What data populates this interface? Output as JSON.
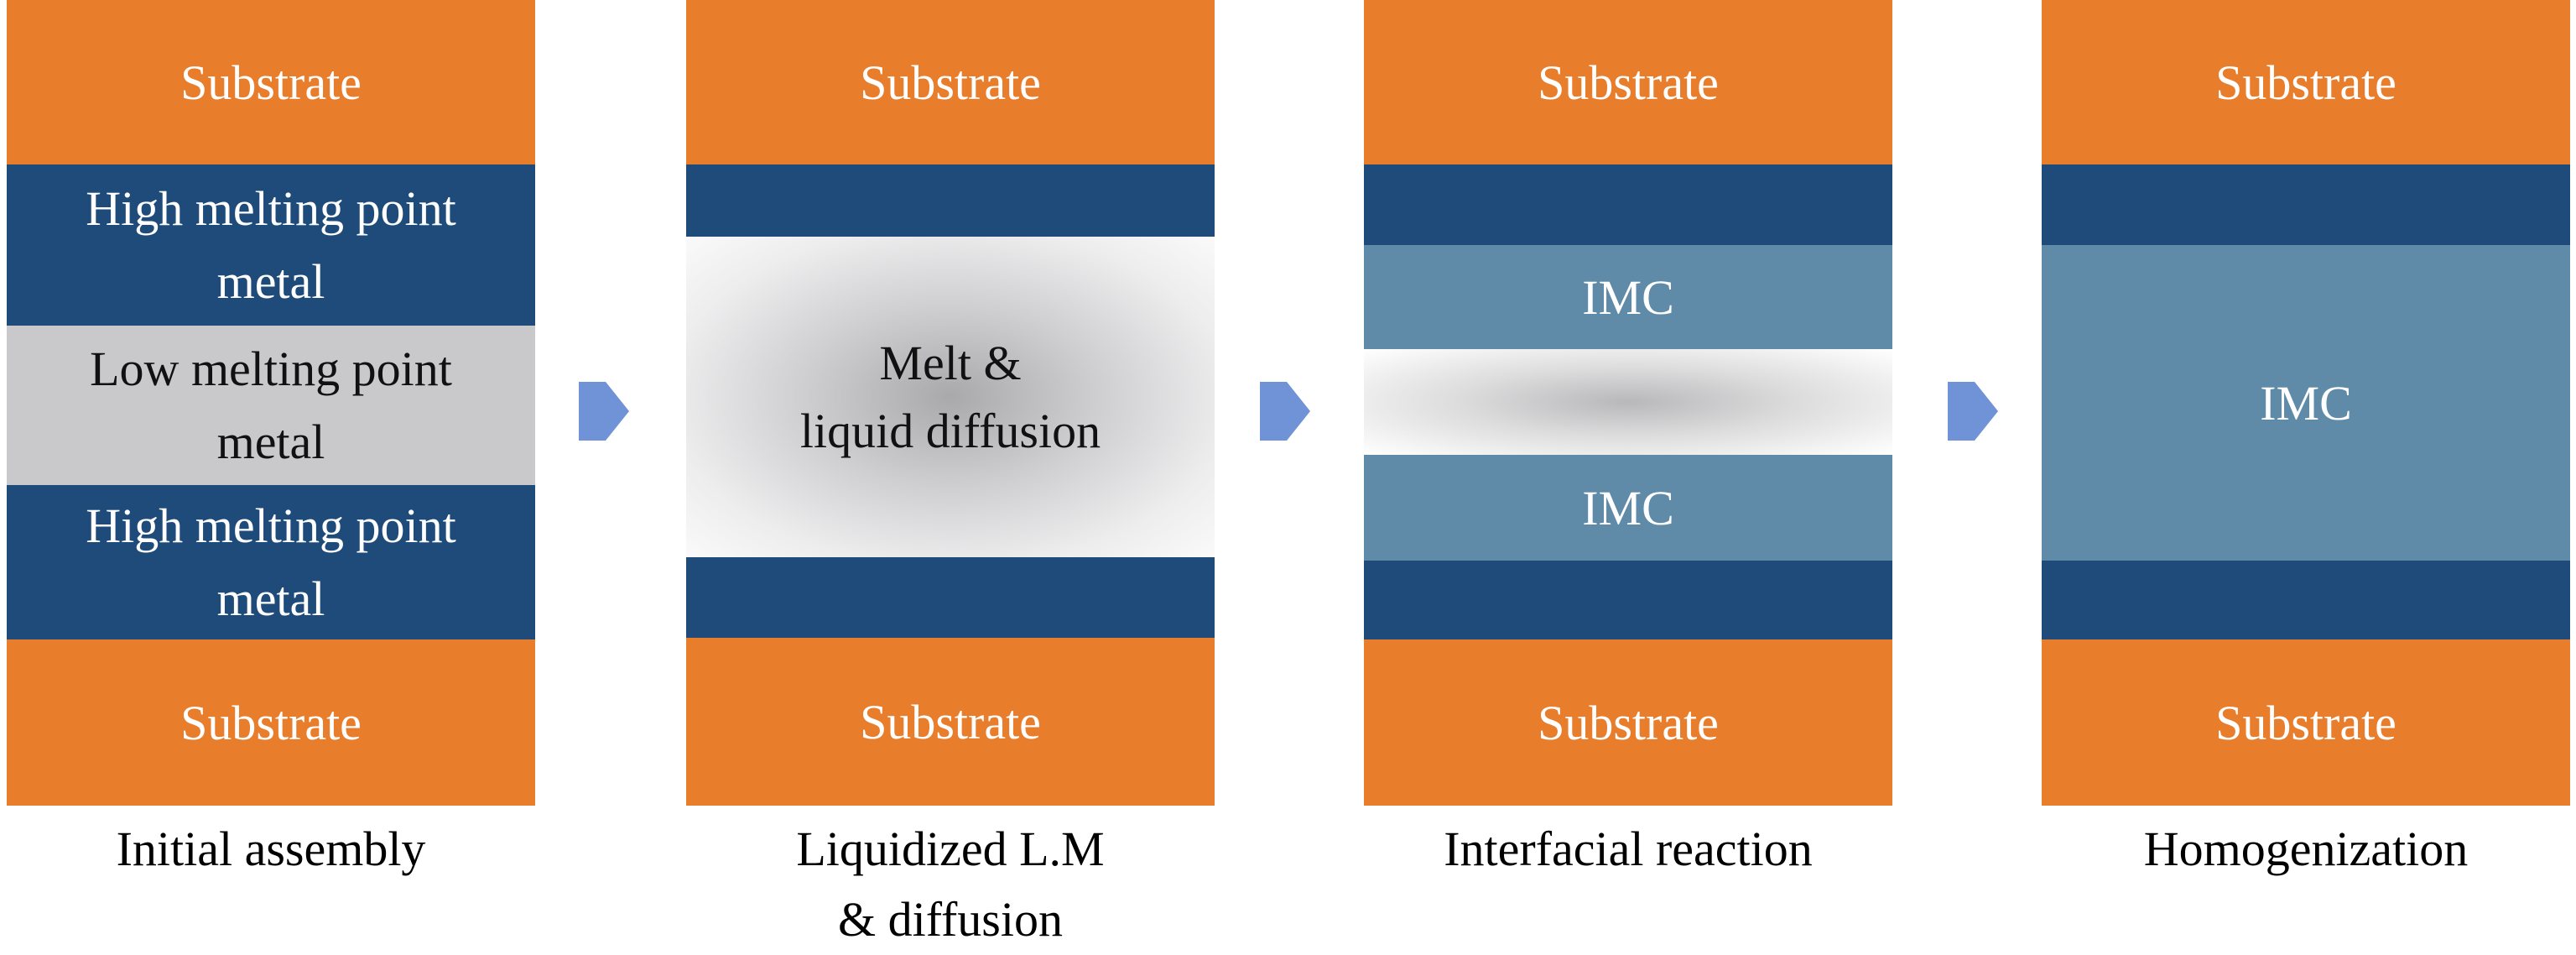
{
  "stages": [
    {
      "caption": "Initial assembly",
      "top_substrate": "Substrate",
      "upper_metal": "High melting point metal",
      "middle_metal": "Low melting point metal",
      "lower_metal": "High melting point metal",
      "bottom_substrate": "Substrate"
    },
    {
      "caption_line1": "Liquidized L.M",
      "caption_line2": "& diffusion",
      "top_substrate": "Substrate",
      "melt_line1": "Melt &",
      "melt_line2": "liquid diffusion",
      "bottom_substrate": "Substrate"
    },
    {
      "caption": "Interfacial reaction",
      "top_substrate": "Substrate",
      "upper_imc": "IMC",
      "lower_imc": "IMC",
      "bottom_substrate": "Substrate"
    },
    {
      "caption": "Homogenization",
      "top_substrate": "Substrate",
      "imc": "IMC",
      "bottom_substrate": "Substrate"
    }
  ],
  "colors": {
    "substrate": "#e87d2c",
    "high_melting_metal": "#1f4b7a",
    "low_melting_metal": "#c9c9cb",
    "imc": "#5f8ba8",
    "arrow": "#6f93d6"
  },
  "arrow_icon": "right-arrow-icon"
}
